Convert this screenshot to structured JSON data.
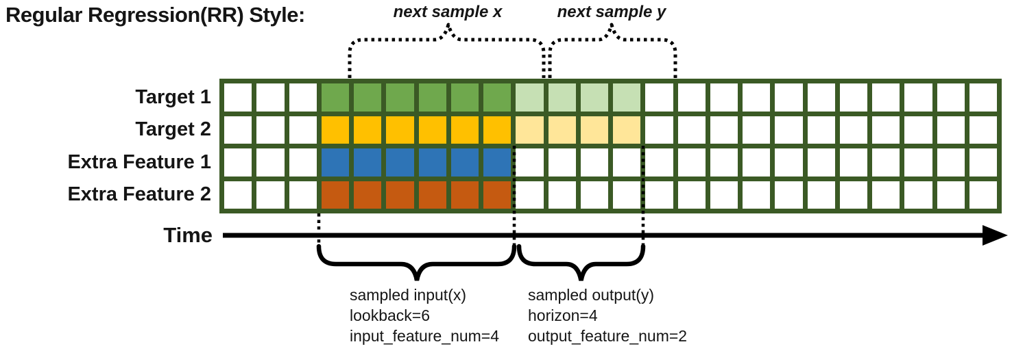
{
  "title": "Regular Regression(RR) Style:",
  "colors": {
    "border": "#3B5A25",
    "green": "#6FA84D",
    "yellow": "#FFC000",
    "blue": "#2E74B6",
    "orange": "#C55A11",
    "light_green": "#C6E0B4",
    "light_yellow": "#FFE699",
    "cell_empty": "#FFFFFF"
  },
  "grid": {
    "columns": 24,
    "input_start_col": 3,
    "lookback": 6,
    "horizon": 4,
    "rows": [
      {
        "label": "Target 1",
        "input_color": "green",
        "output_color": "light_green"
      },
      {
        "label": "Target 2",
        "input_color": "yellow",
        "output_color": "light_yellow"
      },
      {
        "label": "Extra Feature 1",
        "input_color": "blue",
        "output_color": null
      },
      {
        "label": "Extra Feature 2",
        "input_color": "orange",
        "output_color": null
      }
    ]
  },
  "annotations": {
    "next_sample_x": "next sample x",
    "next_sample_y": "next sample y",
    "time_label": "Time",
    "input_block": {
      "lines": [
        "sampled input(x)",
        "lookback=6",
        "input_feature_num=4"
      ]
    },
    "output_block": {
      "lines": [
        "sampled output(y)",
        "horizon=4",
        "output_feature_num=2"
      ]
    }
  }
}
